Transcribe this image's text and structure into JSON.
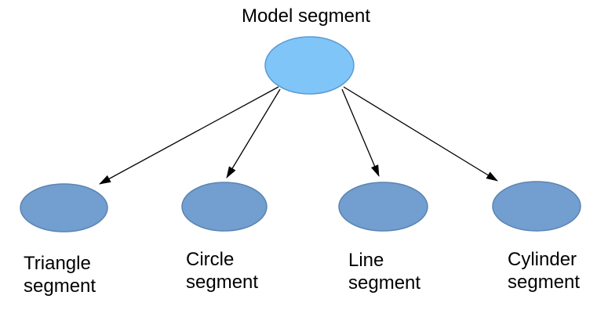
{
  "diagram": {
    "background": "#ffffff",
    "text_color": "#000000",
    "arrow_color": "#000000",
    "root_node": {
      "label": "Model segment",
      "fill": "#80C5F7",
      "stroke": "#5B9BD5"
    },
    "child_node_style": {
      "fill": "#729FCF",
      "stroke": "#5B84B1"
    },
    "children": [
      {
        "label": "Triangle segment",
        "line1": "Triangle",
        "line2": "segment"
      },
      {
        "label": "Circle segment",
        "line1": "Circle",
        "line2": "segment"
      },
      {
        "label": "Line segment",
        "line1": "Line",
        "line2": "segment"
      },
      {
        "label": "Cylinder segment",
        "line1": "Cylinder",
        "line2": "segment"
      }
    ]
  }
}
